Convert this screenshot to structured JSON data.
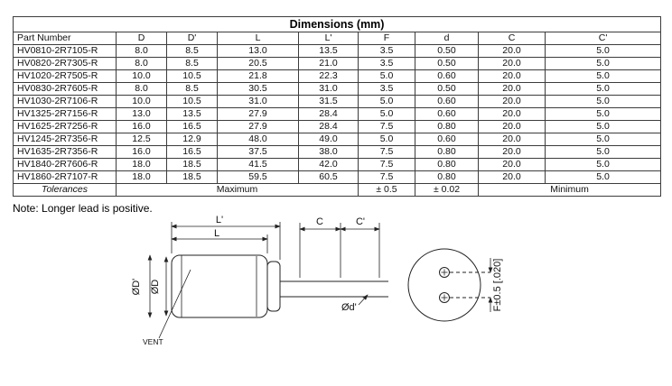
{
  "table": {
    "title": "Dimensions (mm)",
    "columns": [
      "Part Number",
      "D",
      "D'",
      "L",
      "L'",
      "F",
      "d",
      "C",
      "C'"
    ],
    "rows": [
      [
        "HV0810-2R7105-R",
        "8.0",
        "8.5",
        "13.0",
        "13.5",
        "3.5",
        "0.50",
        "20.0",
        "5.0"
      ],
      [
        "HV0820-2R7305-R",
        "8.0",
        "8.5",
        "20.5",
        "21.0",
        "3.5",
        "0.50",
        "20.0",
        "5.0"
      ],
      [
        "HV1020-2R7505-R",
        "10.0",
        "10.5",
        "21.8",
        "22.3",
        "5.0",
        "0.60",
        "20.0",
        "5.0"
      ],
      [
        "HV0830-2R7605-R",
        "8.0",
        "8.5",
        "30.5",
        "31.0",
        "3.5",
        "0.50",
        "20.0",
        "5.0"
      ],
      [
        "HV1030-2R7106-R",
        "10.0",
        "10.5",
        "31.0",
        "31.5",
        "5.0",
        "0.60",
        "20.0",
        "5.0"
      ],
      [
        "HV1325-2R7156-R",
        "13.0",
        "13.5",
        "27.9",
        "28.4",
        "5.0",
        "0.60",
        "20.0",
        "5.0"
      ],
      [
        "HV1625-2R7256-R",
        "16.0",
        "16.5",
        "27.9",
        "28.4",
        "7.5",
        "0.80",
        "20.0",
        "5.0"
      ],
      [
        "HV1245-2R7356-R",
        "12.5",
        "12.9",
        "48.0",
        "49.0",
        "5.0",
        "0.60",
        "20.0",
        "5.0"
      ],
      [
        "HV1635-2R7356-R",
        "16.0",
        "16.5",
        "37.5",
        "38.0",
        "7.5",
        "0.80",
        "20.0",
        "5.0"
      ],
      [
        "HV1840-2R7606-R",
        "18.0",
        "18.5",
        "41.5",
        "42.0",
        "7.5",
        "0.80",
        "20.0",
        "5.0"
      ],
      [
        "HV1860-2R7107-R",
        "18.0",
        "18.5",
        "59.5",
        "60.5",
        "7.5",
        "0.80",
        "20.0",
        "5.0"
      ]
    ],
    "tolerances": {
      "label": "Tolerances",
      "maximum": "Maximum",
      "f": "± 0.5",
      "d": "± 0.02",
      "minimum": "Minimum"
    }
  },
  "note": "Note: Longer lead is positive.",
  "diagram": {
    "l_prime": "L'",
    "l": "L",
    "c": "C",
    "c_prime": "C'",
    "dia_d_prime": "ØD'",
    "dia_d": "ØD",
    "dia_lead": "Ød'",
    "vent": "VENT",
    "f_tolerance": "F±0.5 [.020]"
  }
}
